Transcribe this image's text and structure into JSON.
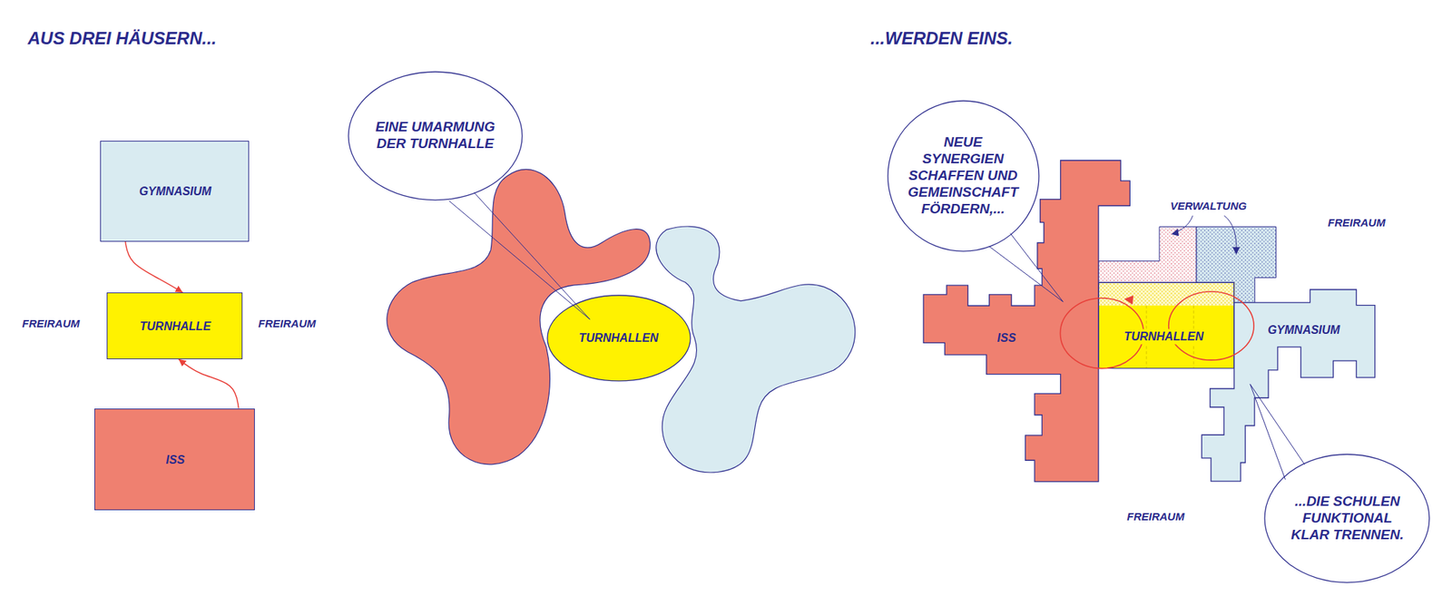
{
  "diagram": {
    "title": "AUS DREI HÄUSERN...",
    "nodes": [
      {
        "text": [
          "GYMNASIUM"
        ]
      },
      {
        "text": [
          "TURNHALLE"
        ]
      },
      {
        "text": [
          "ISS"
        ]
      },
      {
        "text": [
          "EINE UMARMUNG DER TURNHALLE"
        ]
      },
      {
        "text": [
          "TURNHALLEN"
        ]
      },
      {
        "text": [
          "NEUE SYNERGIEN SCHAFFEN UND GEMEINSCHAFT FÖRDERN,..."
        ]
      },
      {
        "text": [
          "ISS"
        ]
      },
      {
        "text": [
          "TURNHALLEN"
        ]
      },
      {
        "text": [
          "GYMNASIUM"
        ]
      },
      {
        "text": [
          "...DIE SCHULEN FUNKTIONAL KLAR TRENNEN."
        ]
      }
    ],
    "edges": [
      {
        "from": 0,
        "to": 1,
        "arrow": "to"
      },
      {
        "from": 2,
        "to": 1,
        "arrow": "to"
      }
    ],
    "labels": [
      "...WERDEN EINS.",
      "FREIRAUM",
      "FREIRAUM",
      "VERWALTUNG",
      "FREIRAUM",
      "FREIRAUM"
    ]
  }
}
